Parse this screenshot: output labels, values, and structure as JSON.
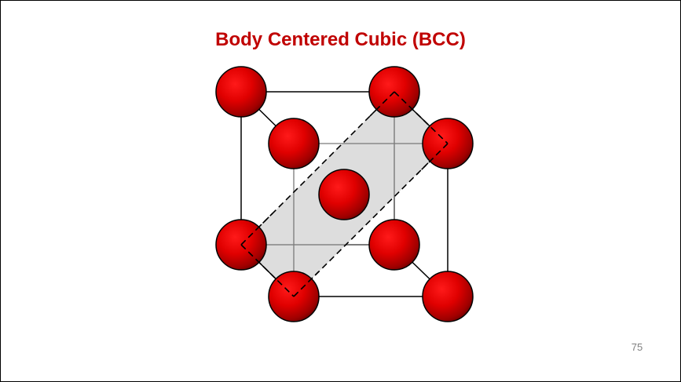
{
  "slide": {
    "title": "Body Centered Cubic (BCC)",
    "page_number": "75"
  },
  "diagram": {
    "lattice": "body-centered-cubic",
    "corner_atom_count": 8,
    "center_atom_count": 1,
    "highlighted_plane": "diagonal plane through center atom (dashed outline, gray fill)",
    "colors": {
      "atom": "#e00000",
      "atom_shade": "#5a0000",
      "plane_fill": "#d9d9d9",
      "edge": "#000000",
      "title": "#c00000"
    }
  }
}
